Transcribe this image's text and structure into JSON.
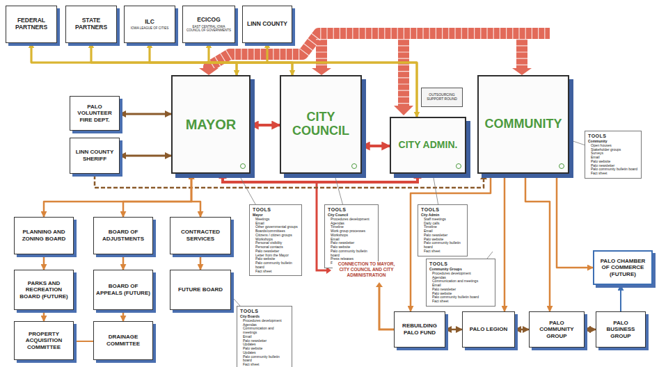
{
  "diagram": {
    "nodes": [
      {
        "text": [
          "FEDERAL PARTNERS"
        ]
      },
      {
        "text": [
          "STATE PARTNERS"
        ]
      },
      {
        "text": [
          "ILC",
          "IOWA LEAGUE OF CITIES"
        ]
      },
      {
        "text": [
          "ECICOG",
          "EAST CENTRAL IOWA COUNCIL OF GOVERNMENTS"
        ]
      },
      {
        "text": [
          "LINN COUNTY"
        ]
      },
      {
        "text": [
          "PALO VOLUNTEER FIRE DEPT."
        ]
      },
      {
        "text": [
          "LINN COUNTY SHERIFF"
        ]
      },
      {
        "text": [
          "MAYOR"
        ]
      },
      {
        "text": [
          "CITY COUNCIL"
        ]
      },
      {
        "text": [
          "CITY ADMIN."
        ]
      },
      {
        "text": [
          "OUTSOURCING SUPPORT ROUND"
        ]
      },
      {
        "text": [
          "COMMUNITY"
        ]
      },
      {
        "text": [
          "TOOLS",
          "Community",
          "Open houses",
          "Stakeholder groups",
          "Surveys",
          "Email",
          "Palo website",
          "Palo newsletter",
          "Palo community bulletin board",
          "Fact sheet"
        ]
      },
      {
        "text": [
          "PLANNING AND ZONING BOARD"
        ]
      },
      {
        "text": [
          "BOARD OF ADJUSTMENTS"
        ]
      },
      {
        "text": [
          "CONTRACTED SERVICES"
        ]
      },
      {
        "text": [
          "TOOLS",
          "Mayor",
          "Meetings",
          "Email",
          "Other governmental groups",
          "Boards/committees",
          "Citizens / citizen groups",
          "Workshops",
          "Personal visibility",
          "Personal contacts",
          "Palo newsletter",
          "Letter from the Mayor",
          "Palo website",
          "Palo community bulletin board",
          "Fact sheet"
        ]
      },
      {
        "text": [
          "TOOLS",
          "City Council",
          "Procedures development",
          "Agendas",
          "Timeline",
          "Work group processes",
          "Workshops",
          "Email",
          "Palo newsletter",
          "Palo website",
          "Palo community bulletin board",
          "Press releases",
          "Fact sheet"
        ]
      },
      {
        "text": [
          "TOOLS",
          "City Admin",
          "Staff meetings",
          "Daily calls",
          "Timeline",
          "Email",
          "Palo newsletter",
          "Palo website",
          "Palo community bulletin board",
          "Fact sheet"
        ]
      },
      {
        "text": [
          "PARKS AND RECREATION BOARD (FUTURE)"
        ]
      },
      {
        "text": [
          "BOARD OF APPEALS (FUTURE)"
        ]
      },
      {
        "text": [
          "FUTURE BOARD"
        ]
      },
      {
        "text": [
          "TOOLS",
          "City Boards",
          "Procedures development",
          "Agendas",
          "Communication and meetings",
          "Email",
          "Palo newsletter",
          "Updates",
          "Palo website",
          "Updates",
          "Palo community bulletin board",
          "Fact sheet"
        ]
      },
      {
        "text": [
          "PROPERTY ACQUISITION COMMITTEE"
        ]
      },
      {
        "text": [
          "DRAINAGE COMMITTEE"
        ]
      },
      {
        "text": [
          "TOOLS",
          "Community Groups",
          "Procedures development",
          "Agendas",
          "Communication and meetings",
          "Email",
          "Palo newsletter",
          "Palo website",
          "Palo community bulletin board",
          "Fact sheet"
        ]
      },
      {
        "text": [
          "REBUILDING PALO FUND"
        ]
      },
      {
        "text": [
          "PALO LEGION"
        ]
      },
      {
        "text": [
          "PALO COMMUNITY GROUP"
        ]
      },
      {
        "text": [
          "PALO BUSINESS GROUP"
        ]
      },
      {
        "text": [
          "PALO CHAMBER OF COMMERCE (FUTURE)"
        ]
      }
    ],
    "edges": [
      {
        "from": 0,
        "to": 7,
        "arrow": "both"
      },
      {
        "from": 0,
        "to": 8,
        "arrow": "both"
      },
      {
        "from": 0,
        "to": 9,
        "arrow": "both"
      },
      {
        "from": 1,
        "to": 7,
        "arrow": "both"
      },
      {
        "from": 1,
        "to": 8,
        "arrow": "both"
      },
      {
        "from": 1,
        "to": 9,
        "arrow": "both"
      },
      {
        "from": 2,
        "to": 7,
        "arrow": "both"
      },
      {
        "from": 2,
        "to": 8,
        "arrow": "both"
      },
      {
        "from": 2,
        "to": 9,
        "arrow": "both"
      },
      {
        "from": 3,
        "to": 7,
        "arrow": "both"
      },
      {
        "from": 3,
        "to": 8,
        "arrow": "both"
      },
      {
        "from": 3,
        "to": 9,
        "arrow": "both"
      },
      {
        "from": 4,
        "to": 7,
        "arrow": "both"
      },
      {
        "from": 4,
        "to": 8,
        "arrow": "both"
      },
      {
        "from": 4,
        "to": 9,
        "arrow": "both"
      },
      {
        "from": 7,
        "to": 8,
        "arrow": "both"
      },
      {
        "from": 8,
        "to": 9,
        "arrow": "both"
      },
      {
        "from": 5,
        "to": 7,
        "arrow": "both"
      },
      {
        "from": 6,
        "to": 7,
        "arrow": "both"
      },
      {
        "from": 7,
        "to": 13,
        "arrow": "both"
      },
      {
        "from": 7,
        "to": 14,
        "arrow": "both"
      },
      {
        "from": 7,
        "to": 15,
        "arrow": "both"
      },
      {
        "from": 13,
        "to": 19,
        "arrow": "to"
      },
      {
        "from": 19,
        "to": 23,
        "arrow": "to"
      },
      {
        "from": 14,
        "to": 20,
        "arrow": "to"
      },
      {
        "from": 20,
        "to": 24,
        "arrow": "to"
      },
      {
        "from": 15,
        "to": 21,
        "arrow": "to"
      },
      {
        "from": 23,
        "to": 24,
        "arrow": "none"
      },
      {
        "from": 11,
        "to": 26,
        "arrow": "to"
      },
      {
        "from": 11,
        "to": 27,
        "arrow": "to"
      },
      {
        "from": 11,
        "to": 28,
        "arrow": "to"
      },
      {
        "from": 11,
        "to": 30,
        "arrow": "to"
      },
      {
        "from": 29,
        "to": 30,
        "arrow": "to"
      },
      {
        "from": 26,
        "to": 27,
        "arrow": "both"
      },
      {
        "from": 27,
        "to": 28,
        "arrow": "both"
      },
      {
        "from": 28,
        "to": 29,
        "arrow": "both"
      },
      {
        "from": 12,
        "to": 11,
        "arrow": "none"
      },
      {
        "from": 16,
        "to": 7,
        "arrow": "none"
      },
      {
        "from": 17,
        "to": 8,
        "arrow": "none"
      },
      {
        "from": 18,
        "to": 9,
        "arrow": "none"
      }
    ],
    "labels": [
      "CONNECTION TO MAYOR, CITY COUNCIL AND CITY ADMINISTRATION"
    ]
  }
}
